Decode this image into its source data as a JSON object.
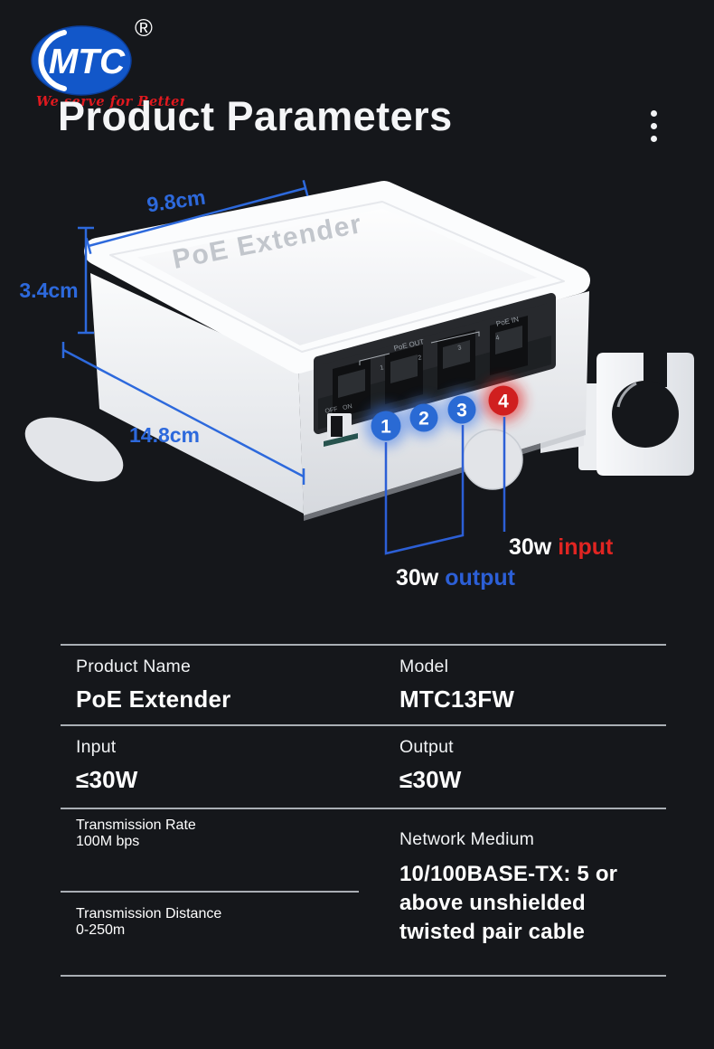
{
  "logo": {
    "brand": "MTC",
    "registered": "®",
    "tagline": "We serve for Better"
  },
  "header": {
    "title": "Product Parameters",
    "menu_icon": "kebab-vertical"
  },
  "product": {
    "device_label": "PoE Extender",
    "dimensions": {
      "top": "9.8cm",
      "height": "3.4cm",
      "length": "14.8cm"
    },
    "panel": {
      "poe_out": "PoE OUT",
      "poe_in": "PoE IN",
      "switch_off": "OFF",
      "switch_on": "ON",
      "port_numbers": [
        "1",
        "2",
        "3",
        "4"
      ]
    },
    "callouts": {
      "output": {
        "power": "30w",
        "label": "output"
      },
      "input": {
        "power": "30w",
        "label": "input"
      }
    }
  },
  "spec_table": {
    "rows": [
      {
        "cells": [
          {
            "label": "Product Name",
            "value": "PoE Extender"
          },
          {
            "label": "Model",
            "value": "MTC13FW"
          }
        ]
      },
      {
        "cells": [
          {
            "label": "Input",
            "value": "≤30W"
          },
          {
            "label": "Output",
            "value": "≤30W"
          }
        ]
      }
    ],
    "last_row": {
      "left": [
        {
          "label": "Transmission Rate",
          "value": "100M bps"
        },
        {
          "label": "Transmission Distance",
          "value": "0-250m"
        }
      ],
      "right": {
        "label": "Network Medium",
        "value": "10/100BASE-TX: 5 or above unshielded twisted pair cable"
      }
    }
  },
  "colors": {
    "background": "#15171b",
    "accent_blue": "#2d69dc",
    "badge_blue": "#2a6ad4",
    "badge_red": "#d01f1f",
    "input_red": "#e02522",
    "output_blue": "#2c5fd6",
    "divider_grey": "#a9aeb4",
    "logo_blue": "#1257c9",
    "logo_tagline_red": "#e0191f"
  }
}
